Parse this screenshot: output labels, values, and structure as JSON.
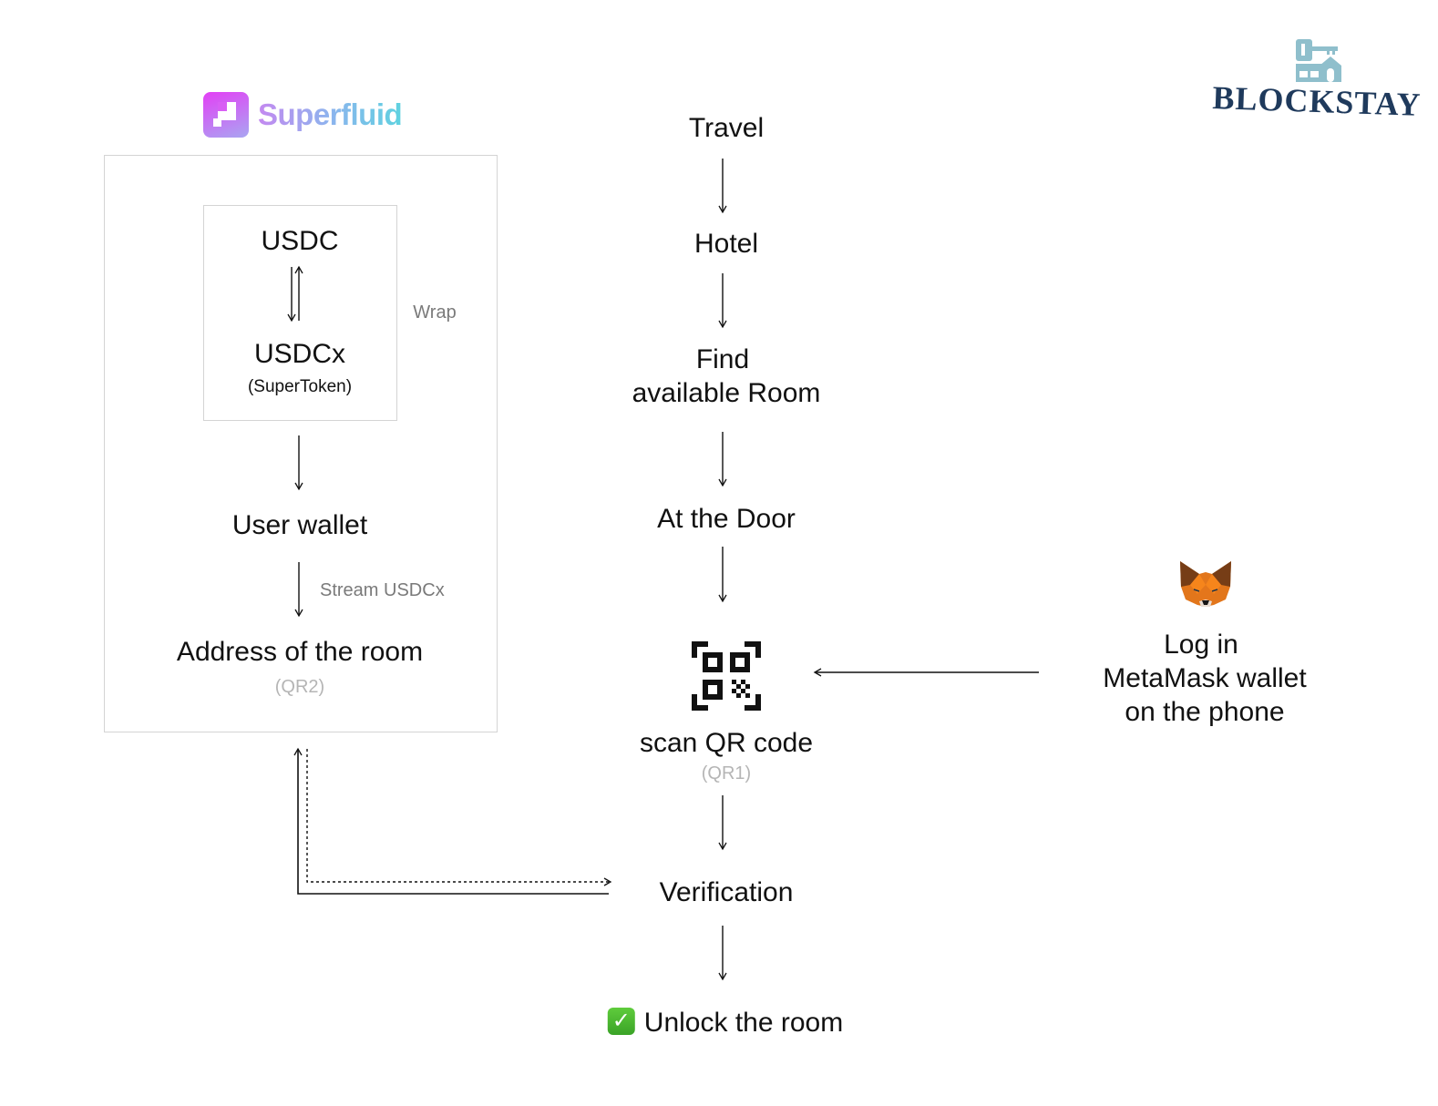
{
  "logos": {
    "superfluid": {
      "label": "Superfluid",
      "color_start": "#e040fb",
      "color_end": "#9fa8f5"
    },
    "blockstay": {
      "label": "BLOCKSTAY",
      "color": "#1f3a5c",
      "icon_color": "#8fbfcc"
    }
  },
  "superfluid_panel": {
    "token_box": {
      "top": "USDC",
      "bottom": "USDCx",
      "bottom_sub": "(SuperToken)",
      "side_label": "Wrap"
    },
    "wallet": "User wallet",
    "stream_label": "Stream USDCx",
    "room_address": "Address of the room",
    "room_address_sub": "(QR2)"
  },
  "main_flow": {
    "steps": [
      {
        "label": "Travel"
      },
      {
        "label": "Hotel"
      },
      {
        "label_line1": "Find",
        "label_line2": "available Room"
      },
      {
        "label": "At the Door"
      },
      {
        "label": "scan QR code",
        "sub": "(QR1)",
        "icon": "qr-code-icon"
      },
      {
        "label": "Verification"
      },
      {
        "label": "Unlock the room",
        "icon": "check-mark-button-icon"
      }
    ]
  },
  "metamask": {
    "icon": "metamask-fox-icon",
    "line1": "Log in",
    "line2": "MetaMask wallet",
    "line3": "on the phone"
  },
  "icons": {
    "check": "✓"
  }
}
